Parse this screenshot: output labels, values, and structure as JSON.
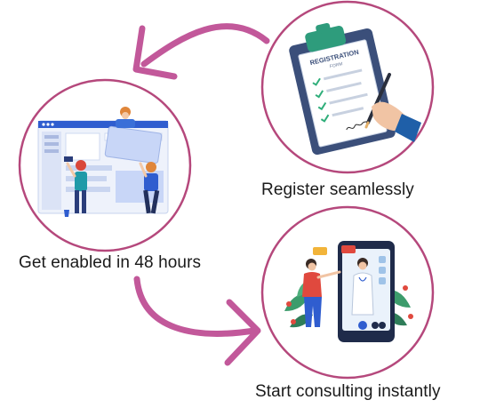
{
  "steps": [
    {
      "id": "register",
      "caption": "Register seamlessly",
      "form_title": "REGISTRATION",
      "form_subtitle": "FORM",
      "illustration": "clipboard-registration-form-icon"
    },
    {
      "id": "enabled",
      "caption": "Get enabled in 48 hours",
      "illustration": "team-building-website-icon"
    },
    {
      "id": "consult",
      "caption": "Start consulting instantly",
      "illustration": "video-consultation-phone-icon"
    }
  ],
  "colors": {
    "ring": "#b5487c",
    "arrow": "#c2589a",
    "text": "#1a1a1a",
    "clipboard": "#3b4f7a",
    "clip_green": "#2e9c7c",
    "check_green": "#2fae7a",
    "screen_blue": "#2f5dcf",
    "phone_dark": "#1f2b4a",
    "accent_red": "#e0493e",
    "leaf_green": "#3c9c6c"
  }
}
